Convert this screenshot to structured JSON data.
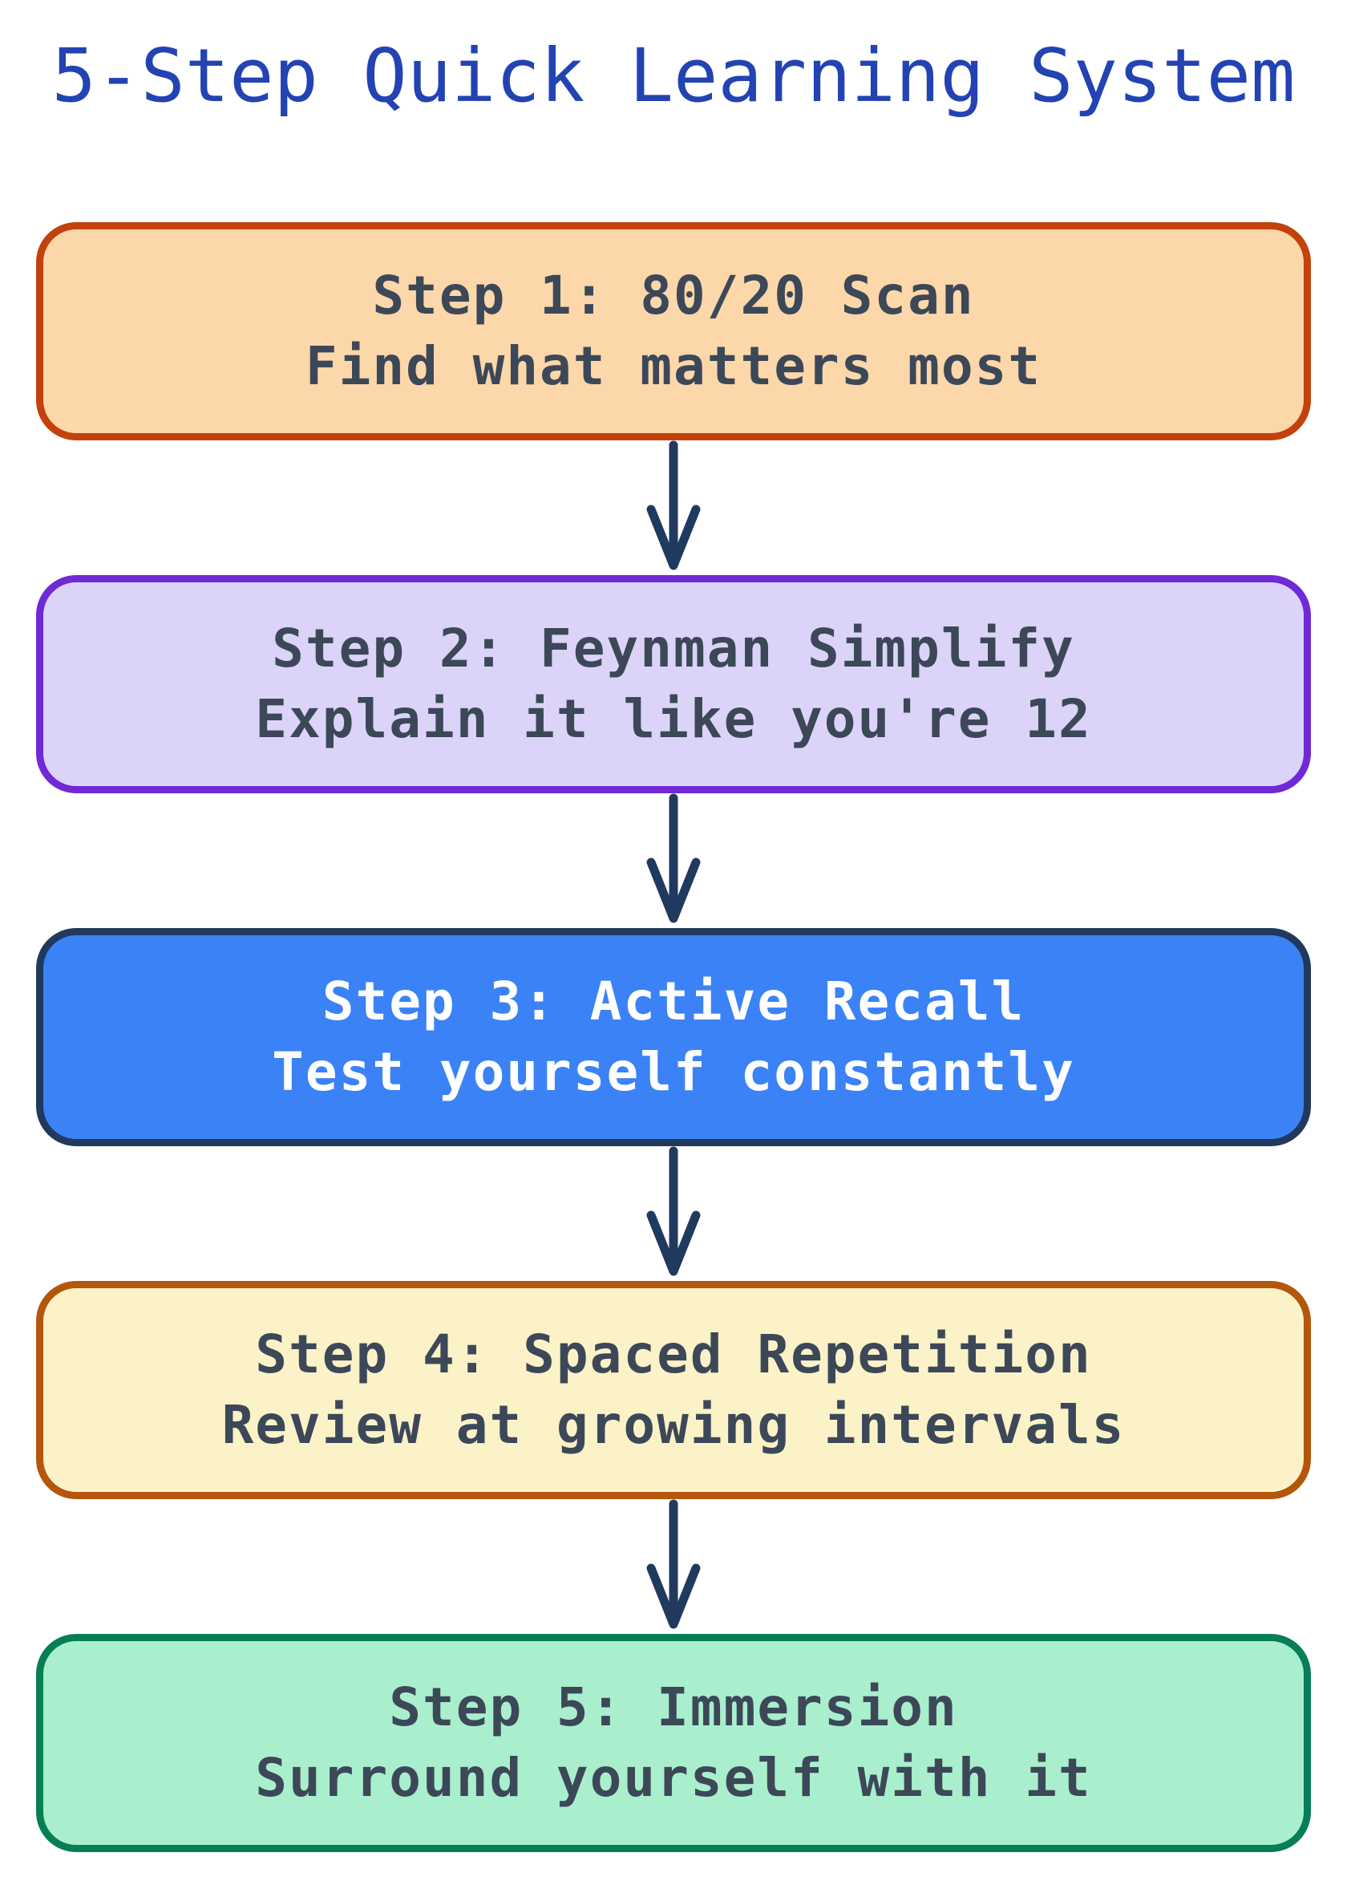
{
  "page": {
    "background": "#FFFFFF"
  },
  "header": {
    "title": "5-Step Quick Learning System",
    "title_color": "#2343B3"
  },
  "flow": {
    "arrow_color": "#1F3A5E",
    "arrow_icon": "arrow-down",
    "steps": [
      {
        "title": "Step 1: 80/20 Scan",
        "subtitle": "Find what matters most",
        "fill": "#FCD7AA",
        "border": "#C2410C",
        "text_color": "#3C4858"
      },
      {
        "title": "Step 2: Feynman Simplify",
        "subtitle": "Explain it like you're 12",
        "fill": "#DCD4F8",
        "border": "#7029D6",
        "text_color": "#3C4858"
      },
      {
        "title": "Step 3: Active Recall",
        "subtitle": "Test yourself constantly",
        "fill": "#3B82F6",
        "border": "#21395C",
        "text_color": "#FFFFFF"
      },
      {
        "title": "Step 4: Spaced Repetition",
        "subtitle": "Review at growing intervals",
        "fill": "#FCF2C8",
        "border": "#B4560B",
        "text_color": "#3C4858"
      },
      {
        "title": "Step 5: Immersion",
        "subtitle": "Surround yourself with it",
        "fill": "#A9EFCE",
        "border": "#077E55",
        "text_color": "#3C4858"
      }
    ]
  }
}
